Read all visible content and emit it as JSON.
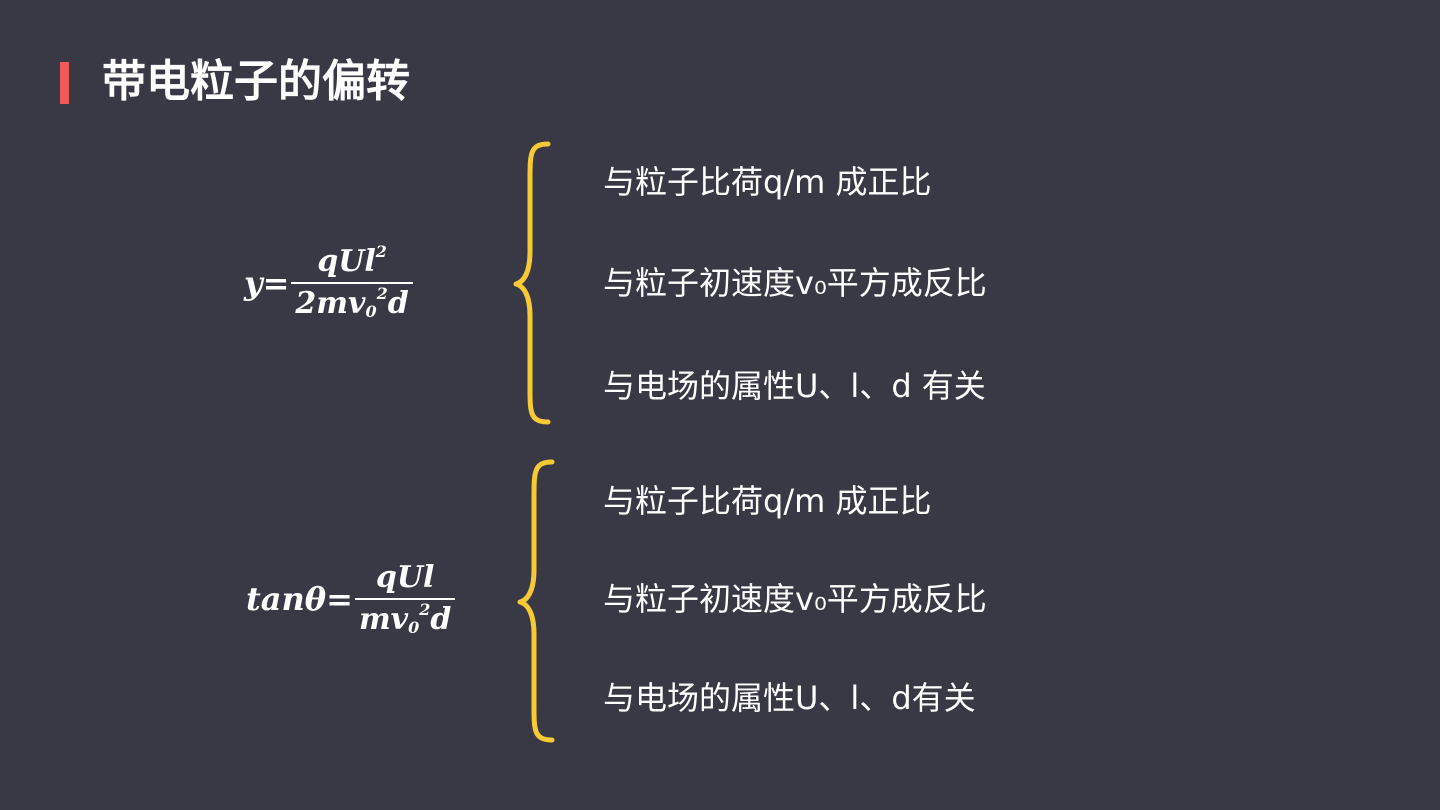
{
  "slide": {
    "title": "带电粒子的偏转",
    "accent_color": "#f05a5a",
    "brace_color": "#f7c934",
    "background_color": "#393845"
  },
  "formulas": [
    {
      "lhs": "y=",
      "numerator": {
        "base": "qUl",
        "sup": "2"
      },
      "denominator": {
        "pre": "2mv",
        "sub": "0",
        "sup": "2",
        "post": "d"
      },
      "items": [
        "与粒子比荷q/m 成正比",
        "与粒子初速度v₀平方成反比",
        "与电场的属性U、l、d 有关"
      ]
    },
    {
      "lhs": "tanθ=",
      "numerator": {
        "base": "qUl"
      },
      "denominator": {
        "pre": "mv",
        "sub": "0",
        "sup": "2",
        "post": "d"
      },
      "items": [
        "与粒子比荷q/m 成正比",
        "与粒子初速度v₀平方成反比",
        "与电场的属性U、l、d有关"
      ]
    }
  ]
}
